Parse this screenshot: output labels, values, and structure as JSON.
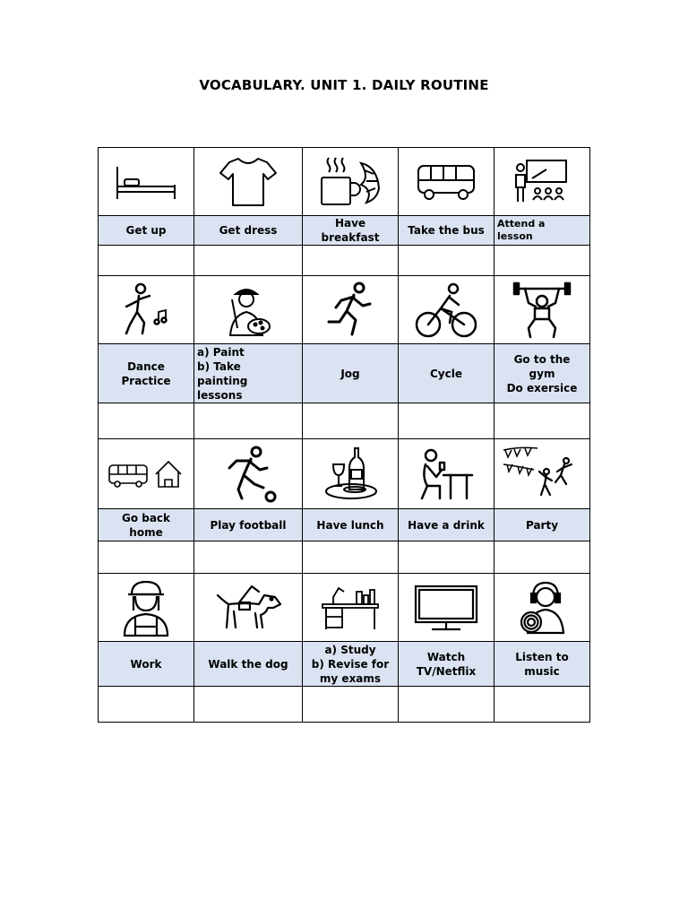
{
  "title": "VOCABULARY. UNIT 1. DAILY ROUTINE",
  "rows": [
    {
      "items": [
        {
          "icon": "bed-icon",
          "label": "Get up"
        },
        {
          "icon": "t-shirt-icon",
          "label": "Get dress"
        },
        {
          "icon": "coffee-croissant-icon",
          "label": "Have\nbreakfast"
        },
        {
          "icon": "bus-icon",
          "label": "Take the bus"
        },
        {
          "icon": "teacher-lesson-icon",
          "label": "Attend a\nlesson"
        }
      ]
    },
    {
      "items": [
        {
          "icon": "dancer-icon",
          "label": "Dance\nPractice"
        },
        {
          "icon": "painter-icon",
          "label": "a) Paint\nb) Take\npainting\nlessons"
        },
        {
          "icon": "runner-icon",
          "label": "Jog"
        },
        {
          "icon": "cyclist-icon",
          "label": "Cycle"
        },
        {
          "icon": "weightlifter-icon",
          "label": "Go to the\ngym\nDo exersice"
        }
      ]
    },
    {
      "items": [
        {
          "icon": "bus-home-icon",
          "label": "Go back\nhome"
        },
        {
          "icon": "football-player-icon",
          "label": "Play football"
        },
        {
          "icon": "wine-meal-icon",
          "label": "Have lunch"
        },
        {
          "icon": "person-drinking-icon",
          "label": "Have a drink"
        },
        {
          "icon": "party-icon",
          "label": "Party"
        }
      ]
    },
    {
      "items": [
        {
          "icon": "worker-icon",
          "label": "Work"
        },
        {
          "icon": "dog-icon",
          "label": "Walk the dog"
        },
        {
          "icon": "study-desk-icon",
          "label": "a) Study\nb) Revise for\nmy exams"
        },
        {
          "icon": "tv-icon",
          "label": "Watch\nTV/Netflix"
        },
        {
          "icon": "music-headphones-icon",
          "label": "Listen to\nmusic"
        }
      ]
    }
  ]
}
